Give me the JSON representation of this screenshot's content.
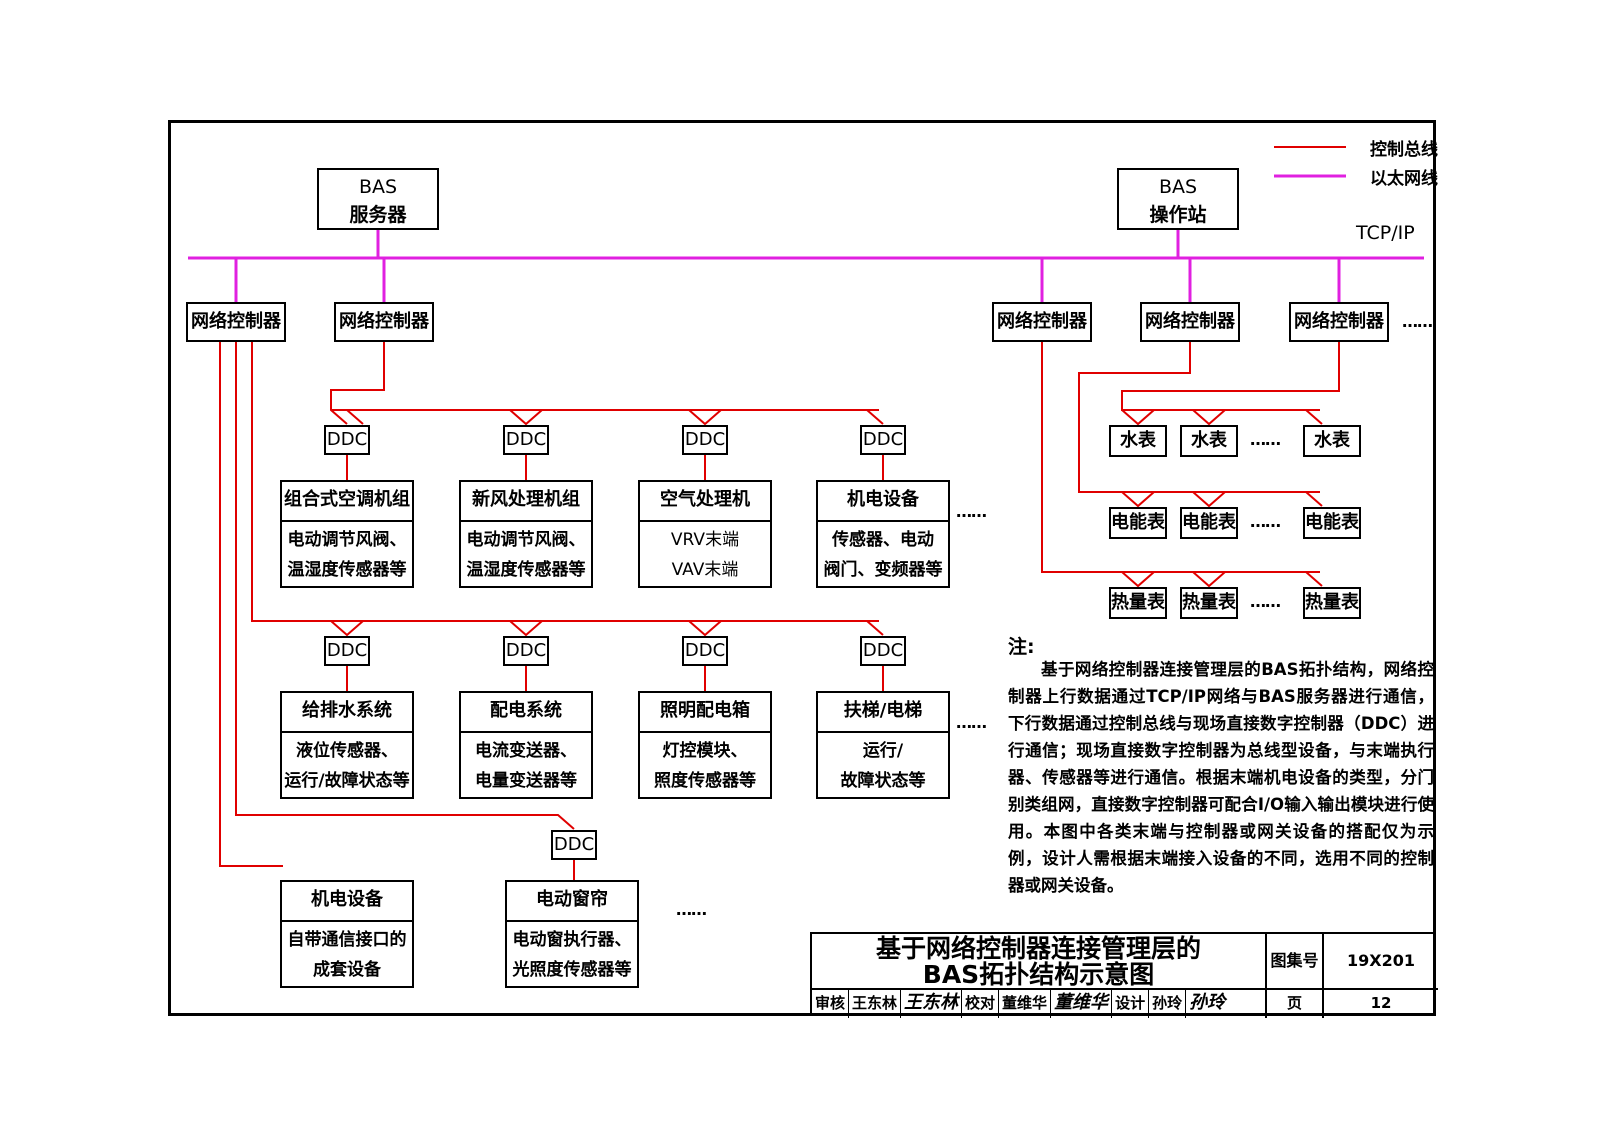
{
  "legend": {
    "control_bus": "控制总线",
    "ethernet": "以太网线",
    "control_bus_color": "#e00000",
    "ethernet_color": "#e020e0"
  },
  "network": {
    "protocol": "TCP/IP"
  },
  "top": {
    "server": {
      "line1": "BAS",
      "line2": "服务器"
    },
    "workstation": {
      "line1": "BAS",
      "line2": "操作站"
    }
  },
  "controllers": {
    "label": "网络控制器",
    "more": "……"
  },
  "ddc_label": "DDC",
  "row1": [
    {
      "title": "组合式空调机组",
      "desc1": "电动调节风阀、",
      "desc2": "温湿度传感器等"
    },
    {
      "title": "新风处理机组",
      "desc1": "电动调节风阀、",
      "desc2": "温湿度传感器等"
    },
    {
      "title": "空气处理机",
      "desc1": "VRV末端",
      "desc2": "VAV末端"
    },
    {
      "title": "机电设备",
      "desc1": "传感器、电动",
      "desc2": "阀门、变频器等"
    }
  ],
  "row2": [
    {
      "title": "给排水系统",
      "desc1": "液位传感器、",
      "desc2": "运行/故障状态等"
    },
    {
      "title": "配电系统",
      "desc1": "电流变送器、",
      "desc2": "电量变送器等"
    },
    {
      "title": "照明配电箱",
      "desc1": "灯控模块、",
      "desc2": "照度传感器等"
    },
    {
      "title": "扶梯/电梯",
      "desc1": "运行/",
      "desc2": "故障状态等"
    }
  ],
  "row3": [
    {
      "title": "机电设备",
      "desc1": "自带通信接口的",
      "desc2": "成套设备"
    },
    {
      "title": "电动窗帘",
      "desc1": "电动窗执行器、",
      "desc2": "光照度传感器等"
    }
  ],
  "meters": {
    "water": "水表",
    "power": "电能表",
    "heat": "热量表",
    "more": "……"
  },
  "more": "……",
  "note": {
    "title": "注:",
    "body": "基于网络控制器连接管理层的BAS拓扑结构，网络控制器上行数据通过TCP/IP网络与BAS服务器进行通信，下行数据通过控制总线与现场直接数字控制器（DDC）进行通信；现场直接数字控制器为总线型设备，与末端执行器、传感器等进行通信。根据末端机电设备的类型，分门别类组网，直接数字控制器可配合I/O输入输出模块进行使用。本图中各类末端与控制器或网关设备的搭配仅为示例，设计人需根据末端接入设备的不同，选用不同的控制器或网关设备。"
  },
  "title_block": {
    "title_line1": "基于网络控制器连接管理层的",
    "title_line2": "BAS拓扑结构示意图",
    "atlas_label": "图集号",
    "atlas_no": "19X201",
    "review_label": "审核",
    "reviewer": "王东林",
    "reviewer_sig": "王东林",
    "check_label": "校对",
    "checker": "董维华",
    "checker_sig": "董维华",
    "design_label": "设计",
    "designer": "孙玲",
    "designer_sig": "孙玲",
    "page_label": "页",
    "page_no": "12"
  }
}
